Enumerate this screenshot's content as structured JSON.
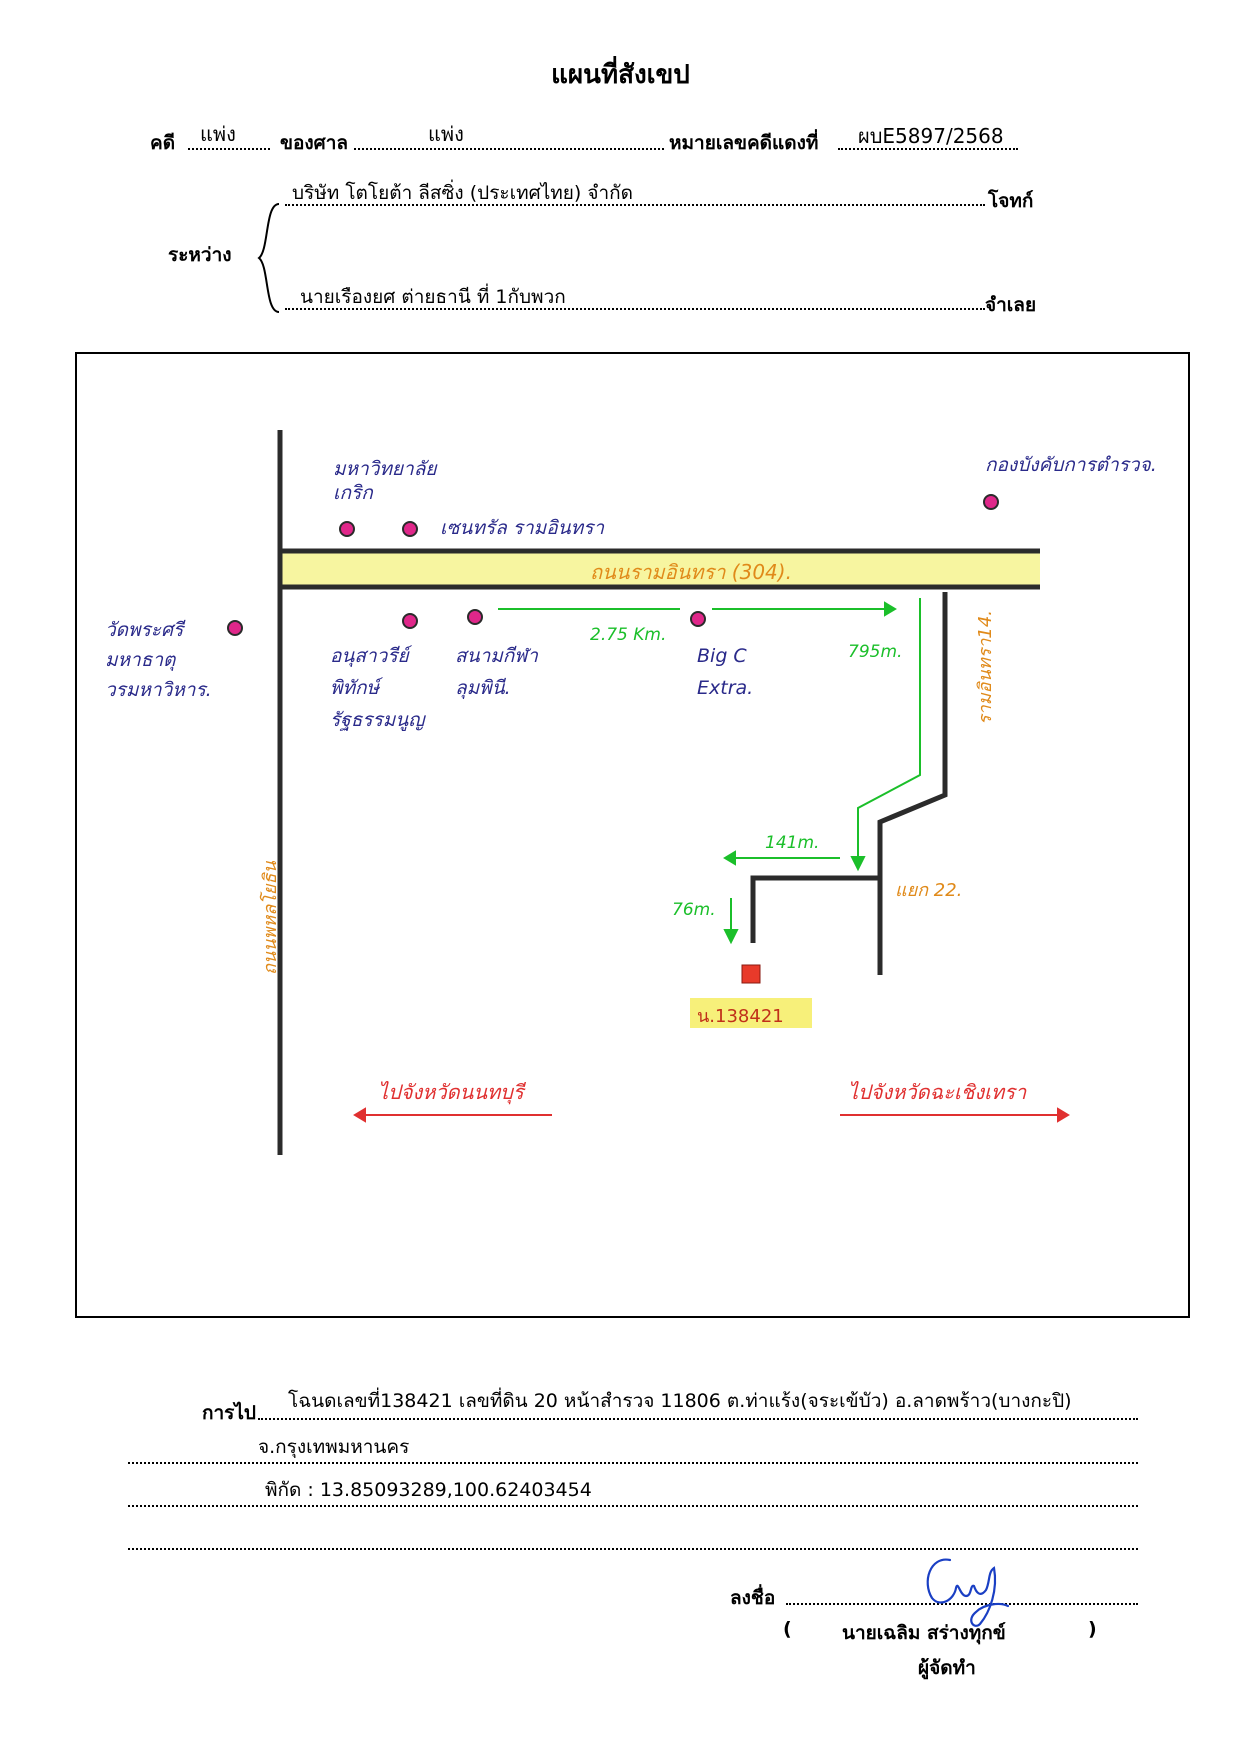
{
  "header": {
    "title": "แผนที่สังเขป",
    "case_label": "คดี",
    "case_type": "แพ่ง",
    "court_label": "ของศาล",
    "court": "แพ่ง",
    "case_no_label": "หมายเลขคดีแดงที่",
    "case_no": "ผบE5897/2568",
    "between_label": "ระหว่าง",
    "plaintiff": "บริษัท โตโยต้า ลีสซิ่ง (ประเทศไทย) จำกัด",
    "plaintiff_label": "โจทก์",
    "defendant": "นายเรืองยศ ต่ายธานี ที่ 1กับพวก",
    "defendant_label": "จำเลย"
  },
  "map": {
    "main_road": "ถนนรามอินทรา (304).",
    "side_road_left": "ถนนพหลโยธิน",
    "side_road_right": "รามอินทรา14.",
    "junction": "แยก 22.",
    "plot": "น.138421",
    "places": {
      "university": "มหาวิทยาลัย เกริก",
      "central": "เซนทรัล รามอินทรา",
      "police_court": "กองบังคับการตำรวจ.",
      "wat": "วัดพระศรี มหาธาตุ วรมหาวิหาร.",
      "memorial": "อนุสาวรีย์ พิทักษ์รัฐธรรมนูญ",
      "stadium": "สนามกีฬา ลุมพินี.",
      "bigc": "Big C Extra."
    },
    "distances": {
      "d1": "2.75 Km.",
      "d2": "795m.",
      "d3": "141m.",
      "d4": "76m."
    },
    "directions": {
      "left": "ไปจังหวัดนนทบุรี",
      "right": "ไปจังหวัดฉะเชิงเทรา"
    },
    "colors": {
      "dot": "#e0278a",
      "road_fill": "#f7f5a0",
      "arrow_green": "#1bbf2a",
      "arrow_red": "#e03030",
      "plot": "#e83a2a"
    }
  },
  "footer": {
    "route_label": "การไป",
    "line1": "โฉนดเลขที่138421 เลขที่ดิน 20 หน้าสำรวจ 11806 ต.ท่าแร้ง(จระเข้บัว) อ.ลาดพร้าว(บางกะปิ)",
    "line2": "จ.กรุงเทพมหานคร",
    "line3": "พิกัด : 13.85093289,100.62403454",
    "sign_label": "ลงชื่อ",
    "open_paren": "(",
    "signer": "นายเฉลิม สร่างทุกข์",
    "close_paren": ")",
    "role": "ผู้จัดทำ"
  }
}
